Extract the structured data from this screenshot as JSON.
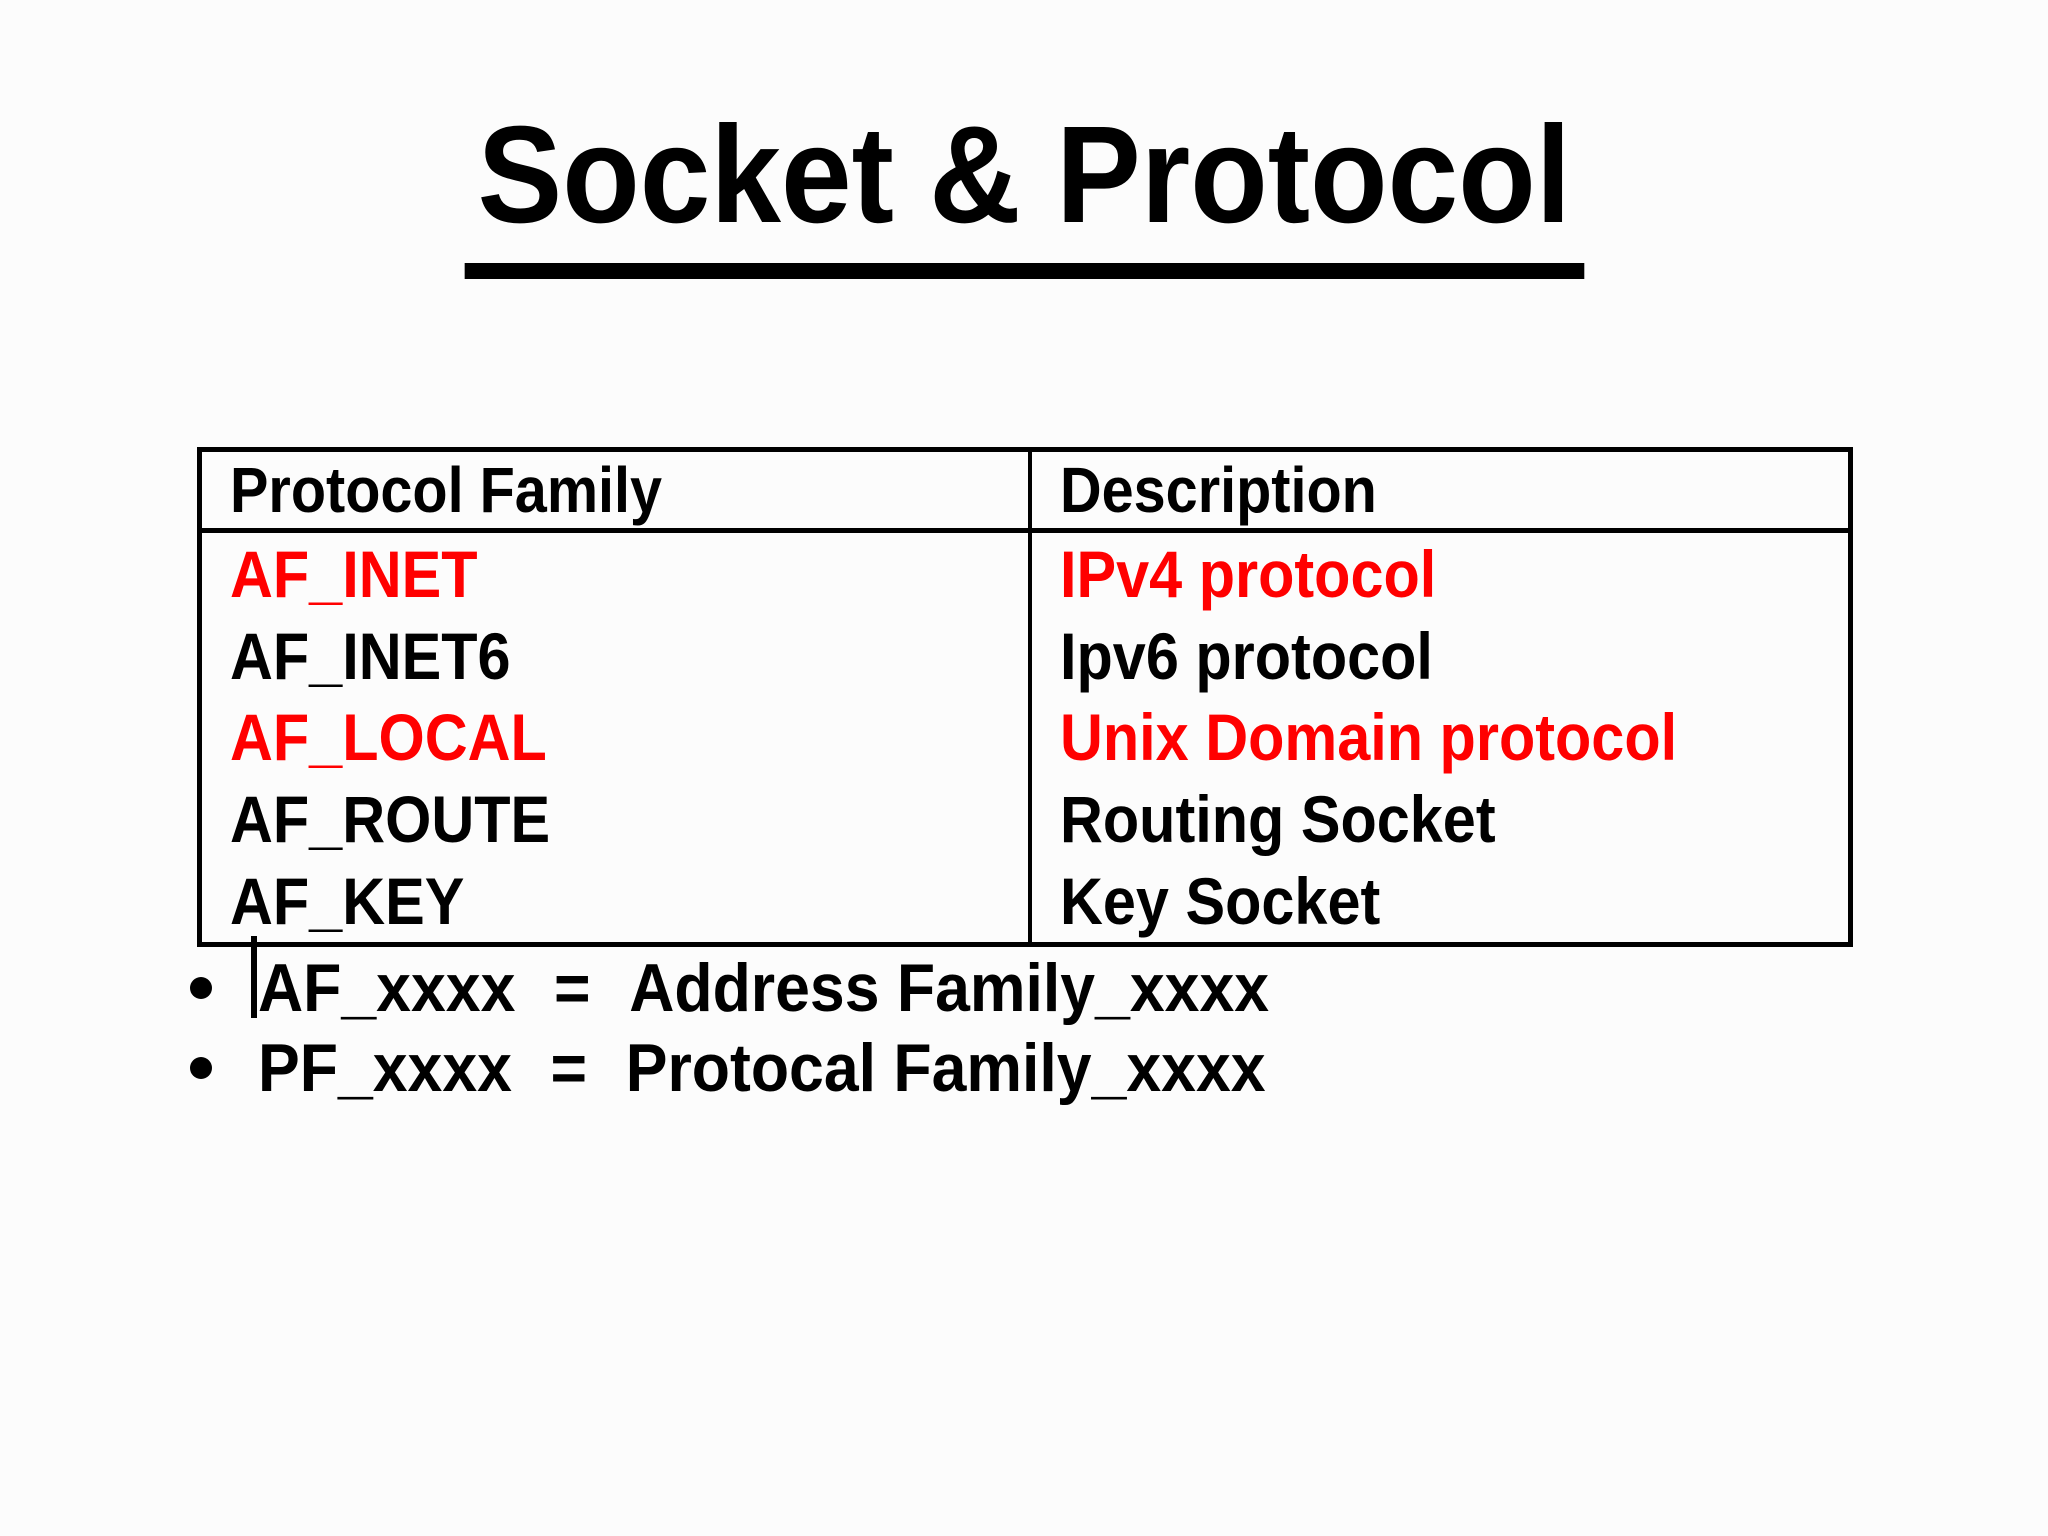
{
  "slide": {
    "title": "Socket & Protocol"
  },
  "table": {
    "headers": [
      "Protocol Family",
      "Description"
    ],
    "rows": [
      {
        "family": "AF_INET",
        "description": "IPv4 protocol",
        "highlight": true
      },
      {
        "family": "AF_INET6",
        "description": "Ipv6 protocol",
        "highlight": false
      },
      {
        "family": "AF_LOCAL",
        "description": "Unix Domain protocol",
        "highlight": true
      },
      {
        "family": "AF_ROUTE",
        "description": "Routing Socket",
        "highlight": false
      },
      {
        "family": "AF_KEY",
        "description": "Key Socket",
        "highlight": false
      }
    ],
    "highlighted_rows": [
      0,
      2
    ]
  },
  "bullets": [
    {
      "term": "AF_xxxx",
      "equals": "=",
      "definition": "Address Family_xxxx"
    },
    {
      "term": "PF_xxxx",
      "equals": "=",
      "definition": "Protocal Family_xxxx"
    }
  ],
  "colors": {
    "highlight_red": "#ff0000",
    "text_black": "#000000"
  }
}
